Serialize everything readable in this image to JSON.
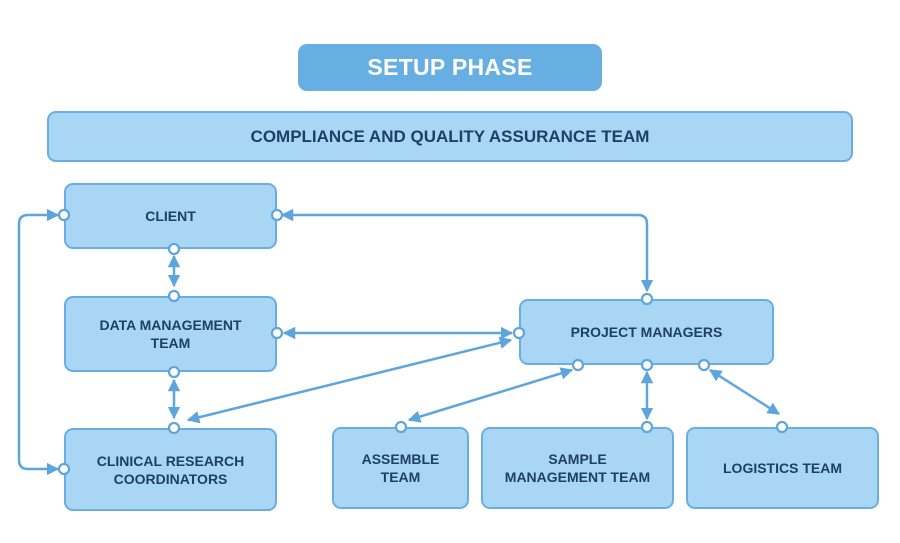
{
  "header": {
    "title": "SETUP PHASE"
  },
  "banner": {
    "label": "COMPLIANCE AND QUALITY ASSURANCE TEAM"
  },
  "nodes": {
    "client": "CLIENT",
    "data_management": "DATA MANAGEMENT\nTEAM",
    "clinical_research": "CLINICAL RESEARCH\nCOORDINATORS",
    "project_managers": "PROJECT MANAGERS",
    "assemble": "ASSEMBLE\nTEAM",
    "sample_management": "SAMPLE\nMANAGEMENT TEAM",
    "logistics": "LOGISTICS TEAM"
  },
  "connections": [
    {
      "from": "client",
      "to": "data_management",
      "direction": "both"
    },
    {
      "from": "data_management",
      "to": "clinical_research",
      "direction": "both"
    },
    {
      "from": "client",
      "to": "clinical_research",
      "direction": "both"
    },
    {
      "from": "client",
      "to": "project_managers",
      "direction": "both"
    },
    {
      "from": "data_management",
      "to": "project_managers",
      "direction": "both"
    },
    {
      "from": "clinical_research",
      "to": "project_managers",
      "direction": "both"
    },
    {
      "from": "project_managers",
      "to": "assemble",
      "direction": "both"
    },
    {
      "from": "project_managers",
      "to": "sample_management",
      "direction": "both"
    },
    {
      "from": "project_managers",
      "to": "logistics",
      "direction": "both"
    }
  ],
  "colors": {
    "header_fill": "#67aee2",
    "box_fill": "#a9d6f4",
    "box_border": "#6aaee0",
    "text": "#1e3f66",
    "connector": "#5ea5dc"
  }
}
